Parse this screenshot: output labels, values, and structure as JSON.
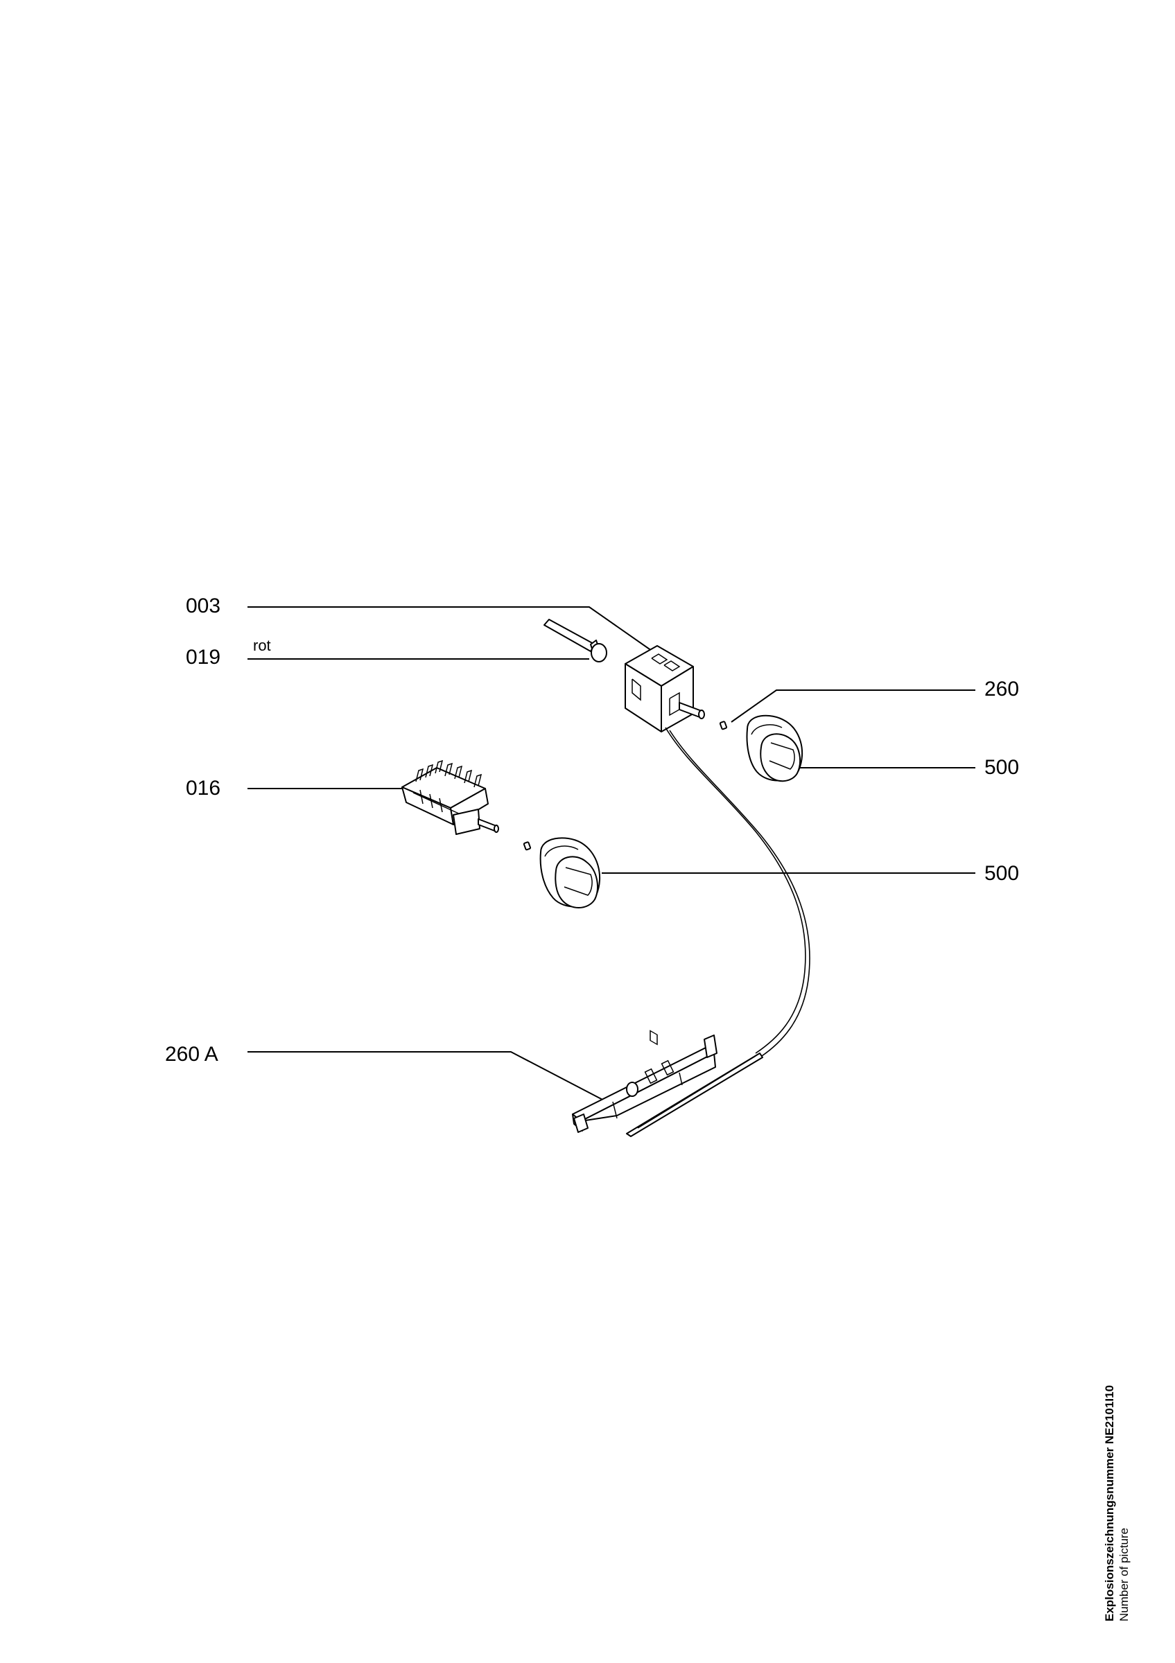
{
  "labels": {
    "p003": "003",
    "p019": "019",
    "p019_note": "rot",
    "p016": "016",
    "p260": "260",
    "p500_upper": "500",
    "p500_lower": "500",
    "p260a": "260 A"
  },
  "caption": {
    "line1_prefix": "Explosionszeichnungsnummer",
    "line1_number": "NE2101I10",
    "line2": "Number of picture"
  },
  "colors": {
    "ink": "#000000",
    "paper": "#ffffff"
  }
}
